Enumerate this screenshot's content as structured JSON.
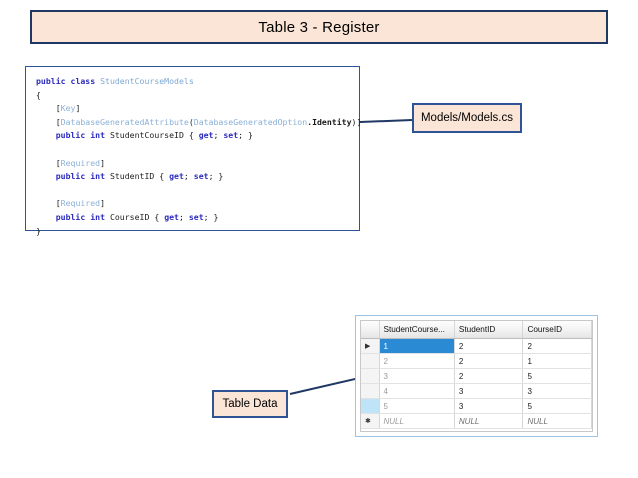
{
  "title_banner": {
    "text": "Table 3 - Register"
  },
  "code_block": {
    "lines": [
      [
        {
          "t": "public ",
          "c": "kw"
        },
        {
          "t": "class ",
          "c": "kw"
        },
        {
          "t": "StudentCourseModels",
          "c": "type"
        }
      ],
      [
        {
          "t": "{",
          "c": "punc"
        }
      ],
      [
        {
          "t": "    [",
          "c": "punc"
        },
        {
          "t": "Key",
          "c": "attr"
        },
        {
          "t": "]",
          "c": "punc"
        }
      ],
      [
        {
          "t": "    [",
          "c": "punc"
        },
        {
          "t": "DatabaseGeneratedAttribute",
          "c": "attr"
        },
        {
          "t": "(",
          "c": "punc"
        },
        {
          "t": "DatabaseGeneratedOption",
          "c": "attr"
        },
        {
          "t": ".Identity",
          "c": "bold"
        },
        {
          "t": ")]",
          "c": "punc"
        }
      ],
      [
        {
          "t": "    public ",
          "c": "kw"
        },
        {
          "t": "int ",
          "c": "kw"
        },
        {
          "t": "StudentCourseID ",
          "c": "ident"
        },
        {
          "t": "{ ",
          "c": "punc"
        },
        {
          "t": "get",
          "c": "prop"
        },
        {
          "t": "; ",
          "c": "punc"
        },
        {
          "t": "set",
          "c": "prop"
        },
        {
          "t": "; }",
          "c": "punc"
        }
      ],
      [],
      [
        {
          "t": "    [",
          "c": "punc"
        },
        {
          "t": "Required",
          "c": "attr"
        },
        {
          "t": "]",
          "c": "punc"
        }
      ],
      [
        {
          "t": "    public ",
          "c": "kw"
        },
        {
          "t": "int ",
          "c": "kw"
        },
        {
          "t": "StudentID ",
          "c": "ident"
        },
        {
          "t": "{ ",
          "c": "punc"
        },
        {
          "t": "get",
          "c": "prop"
        },
        {
          "t": "; ",
          "c": "punc"
        },
        {
          "t": "set",
          "c": "prop"
        },
        {
          "t": "; }",
          "c": "punc"
        }
      ],
      [],
      [
        {
          "t": "    [",
          "c": "punc"
        },
        {
          "t": "Required",
          "c": "attr"
        },
        {
          "t": "]",
          "c": "punc"
        }
      ],
      [
        {
          "t": "    public ",
          "c": "kw"
        },
        {
          "t": "int ",
          "c": "kw"
        },
        {
          "t": "CourseID ",
          "c": "ident"
        },
        {
          "t": "{ ",
          "c": "punc"
        },
        {
          "t": "get",
          "c": "prop"
        },
        {
          "t": "; ",
          "c": "punc"
        },
        {
          "t": "set",
          "c": "prop"
        },
        {
          "t": "; }",
          "c": "punc"
        }
      ],
      [
        {
          "t": "}",
          "c": "punc"
        }
      ]
    ]
  },
  "callouts": {
    "models": "Models/Models.cs",
    "table_data": "Table Data"
  },
  "data_grid": {
    "columns": [
      "StudentCourse...",
      "StudentID",
      "CourseID"
    ],
    "rows": [
      {
        "gutter": "▶",
        "gutter_selected": false,
        "selected": true,
        "null_row": false,
        "cells": [
          "1",
          "2",
          "2"
        ]
      },
      {
        "gutter": "",
        "gutter_selected": false,
        "selected": false,
        "null_row": false,
        "cells": [
          "2",
          "2",
          "1"
        ]
      },
      {
        "gutter": "",
        "gutter_selected": false,
        "selected": false,
        "null_row": false,
        "cells": [
          "3",
          "2",
          "5"
        ]
      },
      {
        "gutter": "",
        "gutter_selected": false,
        "selected": false,
        "null_row": false,
        "cells": [
          "4",
          "3",
          "3"
        ]
      },
      {
        "gutter": "",
        "gutter_selected": true,
        "selected": false,
        "null_row": false,
        "cells": [
          "5",
          "3",
          "5"
        ]
      },
      {
        "gutter": "✱",
        "gutter_selected": false,
        "selected": false,
        "null_row": true,
        "cells": [
          "NULL",
          "NULL",
          "NULL"
        ]
      }
    ]
  },
  "colors": {
    "accent_peach": "#FBE5D6",
    "accent_navy": "#203864",
    "border_blue": "#2F5496",
    "grid_border": "#9DC3E6",
    "selection_blue": "#2A8BD4",
    "gutter_highlight": "#BFE3F7"
  }
}
